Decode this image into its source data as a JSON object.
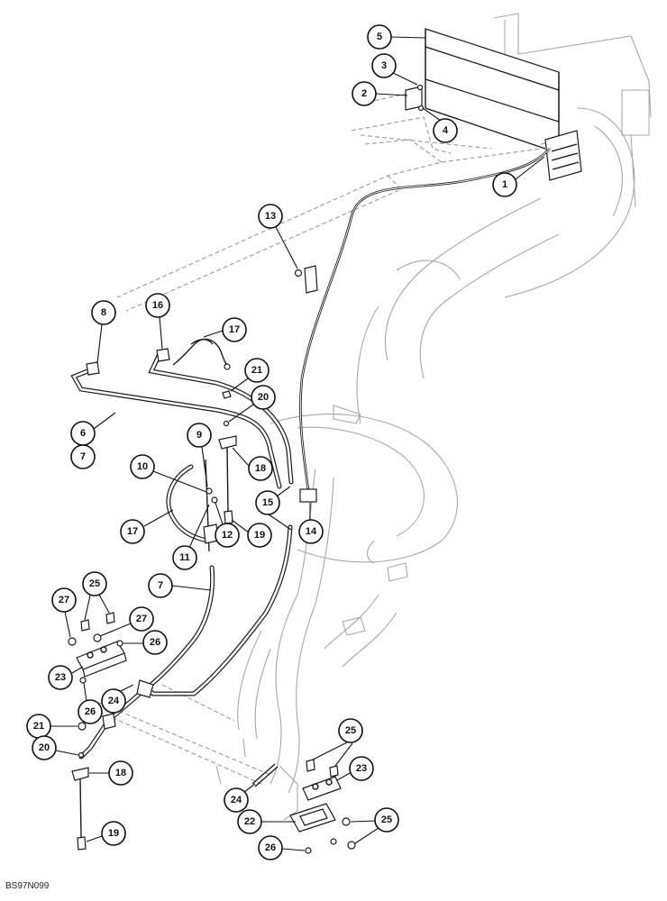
{
  "drawing_code": "BS97N099",
  "callouts": [
    {
      "label": "5"
    },
    {
      "label": "3"
    },
    {
      "label": "2"
    },
    {
      "label": "4"
    },
    {
      "label": "1"
    },
    {
      "label": "13"
    },
    {
      "label": "8"
    },
    {
      "label": "16"
    },
    {
      "label": "17"
    },
    {
      "label": "21"
    },
    {
      "label": "20"
    },
    {
      "label": "6"
    },
    {
      "label": "7"
    },
    {
      "label": "9"
    },
    {
      "label": "18"
    },
    {
      "label": "10"
    },
    {
      "label": "15"
    },
    {
      "label": "14"
    },
    {
      "label": "17"
    },
    {
      "label": "12"
    },
    {
      "label": "19"
    },
    {
      "label": "11"
    },
    {
      "label": "7"
    },
    {
      "label": "25"
    },
    {
      "label": "27"
    },
    {
      "label": "27"
    },
    {
      "label": "26"
    },
    {
      "label": "23"
    },
    {
      "label": "24"
    },
    {
      "label": "26"
    },
    {
      "label": "21"
    },
    {
      "label": "20"
    },
    {
      "label": "18"
    },
    {
      "label": "19"
    },
    {
      "label": "25"
    },
    {
      "label": "23"
    },
    {
      "label": "24"
    },
    {
      "label": "22"
    },
    {
      "label": "25"
    },
    {
      "label": "26"
    }
  ]
}
